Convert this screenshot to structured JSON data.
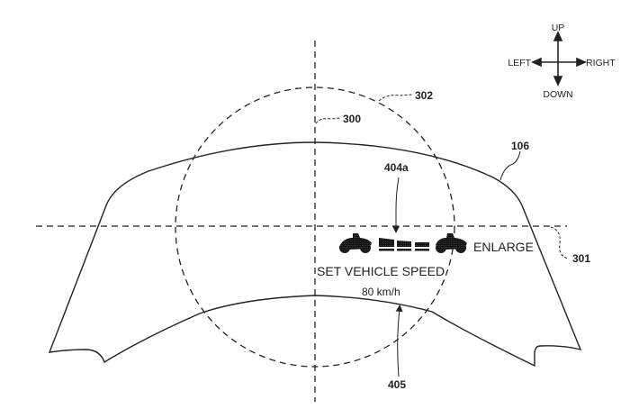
{
  "figure": {
    "compass": {
      "up": "UP",
      "down": "DOWN",
      "left": "LEFT",
      "right": "RIGHT"
    },
    "reference_labels": {
      "circle": "302",
      "vertical_axis": "300",
      "horizontal_axis": "301",
      "windshield": "106",
      "icon_row": "404a",
      "speed_display": "405"
    },
    "display": {
      "enlarge_text": "ENLARGE",
      "speed_title": "SET VEHICLE SPEED",
      "speed_value": "80 km/h"
    },
    "icons": [
      "motorcycle-icon",
      "distance-bar-icon",
      "distance-bar-icon",
      "distance-bar-icon",
      "motorcycle-icon"
    ],
    "colors": {
      "line": "#222222",
      "background": "#ffffff"
    }
  }
}
